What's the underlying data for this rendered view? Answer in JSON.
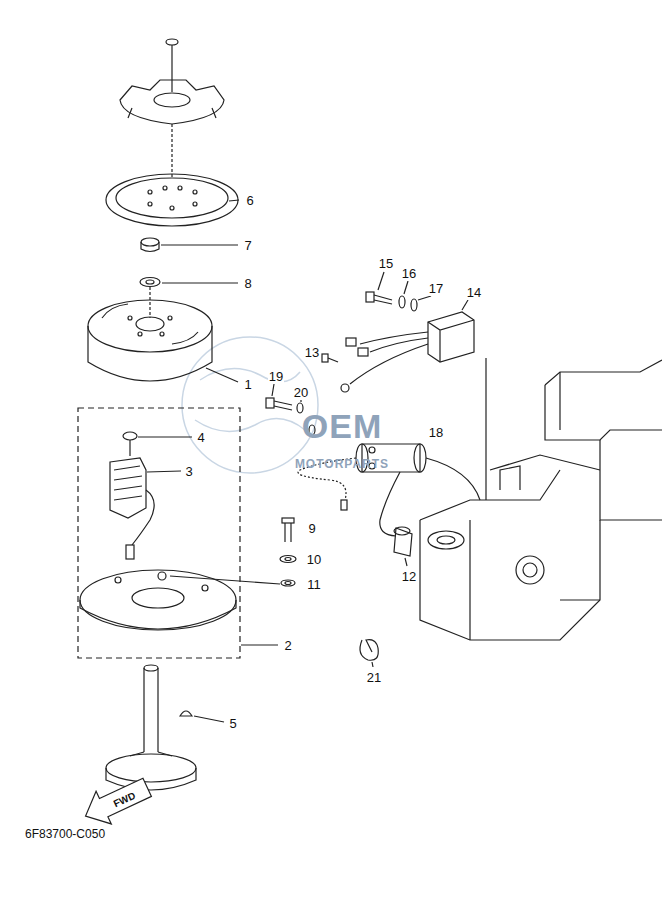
{
  "diagram": {
    "labels": [
      "6",
      "7",
      "8",
      "1",
      "15",
      "16",
      "17",
      "14",
      "13",
      "19",
      "20",
      "18",
      "4",
      "3",
      "9",
      "10",
      "11",
      "12",
      "21",
      "2",
      "5",
      "FWD",
      "6F83700-C050",
      "OEM",
      "MOTORPARTS"
    ]
  }
}
